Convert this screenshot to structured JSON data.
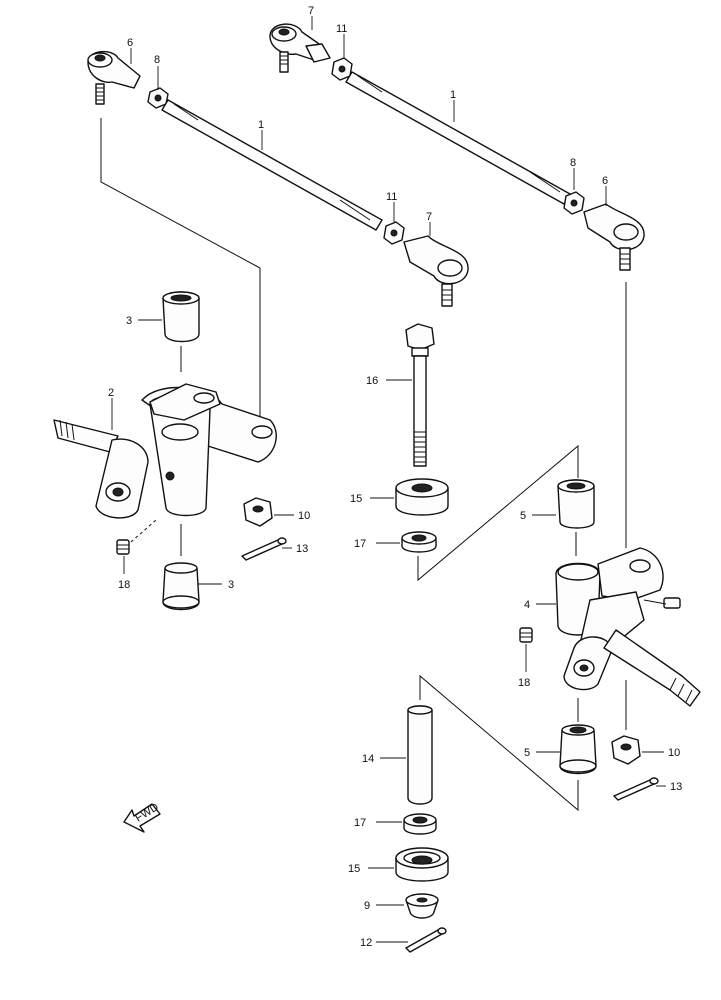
{
  "colors": {
    "line": "#111111",
    "background": "#ffffff"
  },
  "labels": {
    "tie_rod_left": "1",
    "tie_rod_right": "1",
    "knuckle_left": "2",
    "bushing_left_upper": "3",
    "bushing_left_lower": "3",
    "knuckle_right": "4",
    "bushing_right_upper": "5",
    "bushing_right_lower": "5",
    "rod_end_6_left": "6",
    "rod_end_6_right": "6",
    "rod_end_7_top": "7",
    "rod_end_7_mid": "7",
    "nut_8_left": "8",
    "nut_8_right": "8",
    "washer_9": "9",
    "nut_10_left": "10",
    "nut_10_right": "10",
    "nut_11_top": "11",
    "nut_11_mid": "11",
    "cotter_12": "12",
    "cotter_13_left": "13",
    "cotter_13_right": "13",
    "pin_14": "14",
    "bearing_15_upper": "15",
    "bearing_15_lower": "15",
    "bolt_16": "16",
    "spacer_17_upper": "17",
    "spacer_17_lower": "17",
    "fitting_18_left": "18",
    "fitting_18_right": "18"
  },
  "front_arrow_icon": "front-arrow-icon"
}
